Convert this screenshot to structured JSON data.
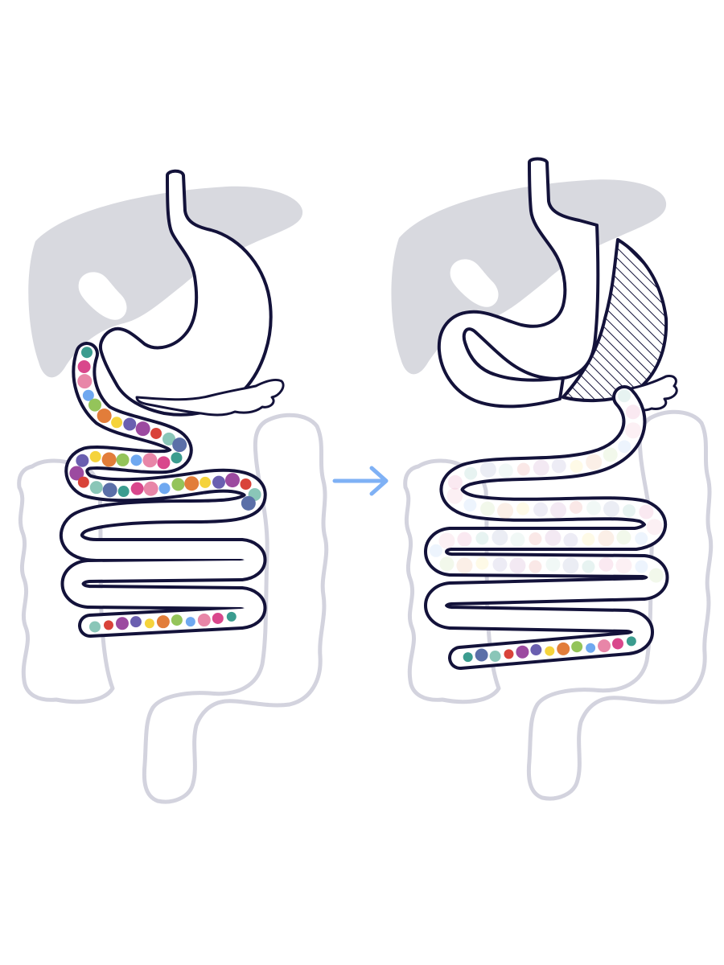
{
  "colors": {
    "outline": "#13123a",
    "organ_fill": "#ffffff",
    "liver": "#d8d9df",
    "colon": "#d3d3de",
    "arrow": "#7fb1f5",
    "hatch": "#13123a"
  },
  "panels": [
    {
      "id": "before",
      "stomach": "intact",
      "bypass": false,
      "nutrient_dots_visible_in_upper_intestine": true
    },
    {
      "id": "after",
      "stomach": "gastric-sleeve",
      "bypass": true,
      "nutrient_dots_visible_in_upper_intestine": false
    }
  ],
  "arrow": {
    "direction": "right",
    "icon": "right-arrow-icon"
  },
  "dot_palette": [
    "#3b9c8f",
    "#e27d3a",
    "#8ac6b8",
    "#6fa8f0",
    "#9c4aa0",
    "#d9478c",
    "#f5d33c",
    "#5b6fa8",
    "#94c45a",
    "#d9433a",
    "#e886a8",
    "#6a5fb0"
  ]
}
